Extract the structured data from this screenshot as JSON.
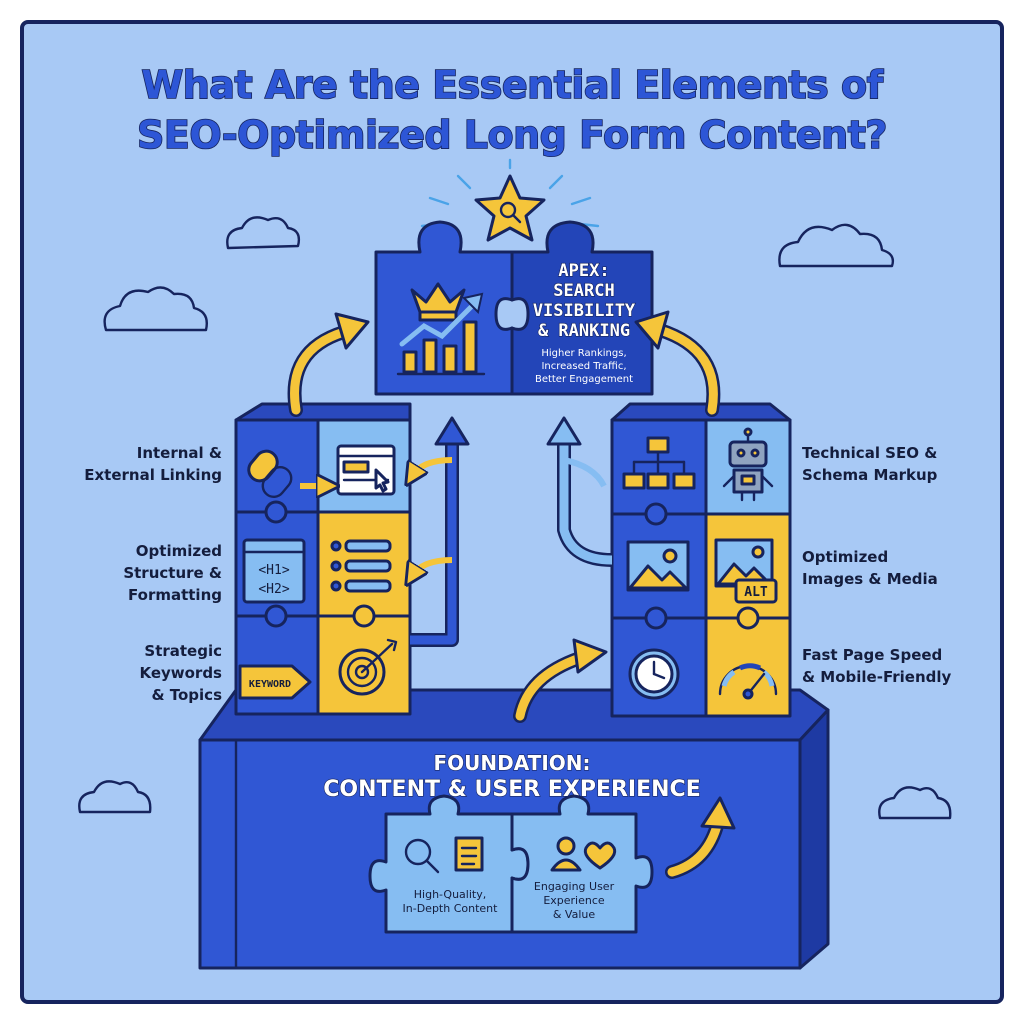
{
  "title": {
    "line1": "What Are the Essential Elements of",
    "line2": "SEO-Optimized Long Form Content?"
  },
  "apex": {
    "heading_line1": "APEX:",
    "heading_line2": "SEARCH",
    "heading_line3": "VISIBILITY",
    "heading_line4": "& RANKING",
    "sub_line1": "Higher Rankings,",
    "sub_line2": "Increased Traffic,",
    "sub_line3": "Better Engagement",
    "icons": [
      "crown-icon",
      "growth-chart-icon",
      "star-magnifier-icon"
    ]
  },
  "left_pillar": [
    {
      "label_line1": "Internal &",
      "label_line2": "External Linking",
      "icons": [
        "chain-link-icon",
        "browser-window-icon"
      ]
    },
    {
      "label_line1": "Optimized",
      "label_line2": "Structure &",
      "label_line3": "Formatting",
      "icons": [
        "heading-tags-icon",
        "bulleted-list-icon"
      ],
      "tag1": "<H1>",
      "tag2": "<H2>"
    },
    {
      "label_line1": "Strategic",
      "label_line2": "Keywords",
      "label_line3": "& Topics",
      "icons": [
        "keyword-tag-icon",
        "target-icon"
      ],
      "tag": "KEYWORD"
    }
  ],
  "right_pillar": [
    {
      "label_line1": "Technical SEO &",
      "label_line2": "Schema Markup",
      "icons": [
        "sitemap-icon",
        "robot-icon"
      ]
    },
    {
      "label_line1": "Optimized",
      "label_line2": "Images & Media",
      "icons": [
        "image-icon",
        "alt-image-icon"
      ],
      "tag": "ALT"
    },
    {
      "label_line1": "Fast Page Speed",
      "label_line2": "& Mobile-Friendly",
      "icons": [
        "clock-icon",
        "speedometer-icon"
      ]
    }
  ],
  "foundation": {
    "heading_line1": "FOUNDATION:",
    "heading_line2": "CONTENT & USER EXPERIENCE",
    "pieces": [
      {
        "line1": "High-Quality,",
        "line2": "In-Depth Content",
        "icons": [
          "magnifier-icon",
          "document-icon"
        ]
      },
      {
        "line1": "Engaging User",
        "line2": "Experience",
        "line3": "& Value",
        "icons": [
          "user-icon",
          "heart-icon"
        ]
      }
    ]
  },
  "colors": {
    "background": "#a8c9f5",
    "primary_blue": "#3057d4",
    "light_blue": "#86bdf2",
    "yellow": "#f5c53a",
    "ink": "#16245e"
  }
}
